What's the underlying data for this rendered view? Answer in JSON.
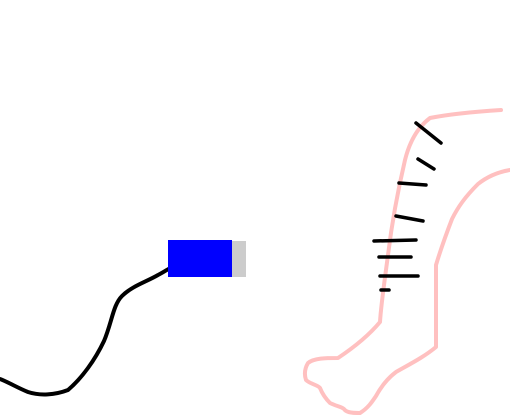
{
  "scene": {
    "background_color": "#ffffff",
    "items": [
      {
        "name": "cable",
        "color": "#000000"
      },
      {
        "name": "device-body",
        "color": "#0000ff"
      },
      {
        "name": "device-tip",
        "color": "#cccccc"
      },
      {
        "name": "leg-outline",
        "color": "#ffc0c0"
      },
      {
        "name": "hair-strokes",
        "color": "#000000"
      }
    ]
  }
}
